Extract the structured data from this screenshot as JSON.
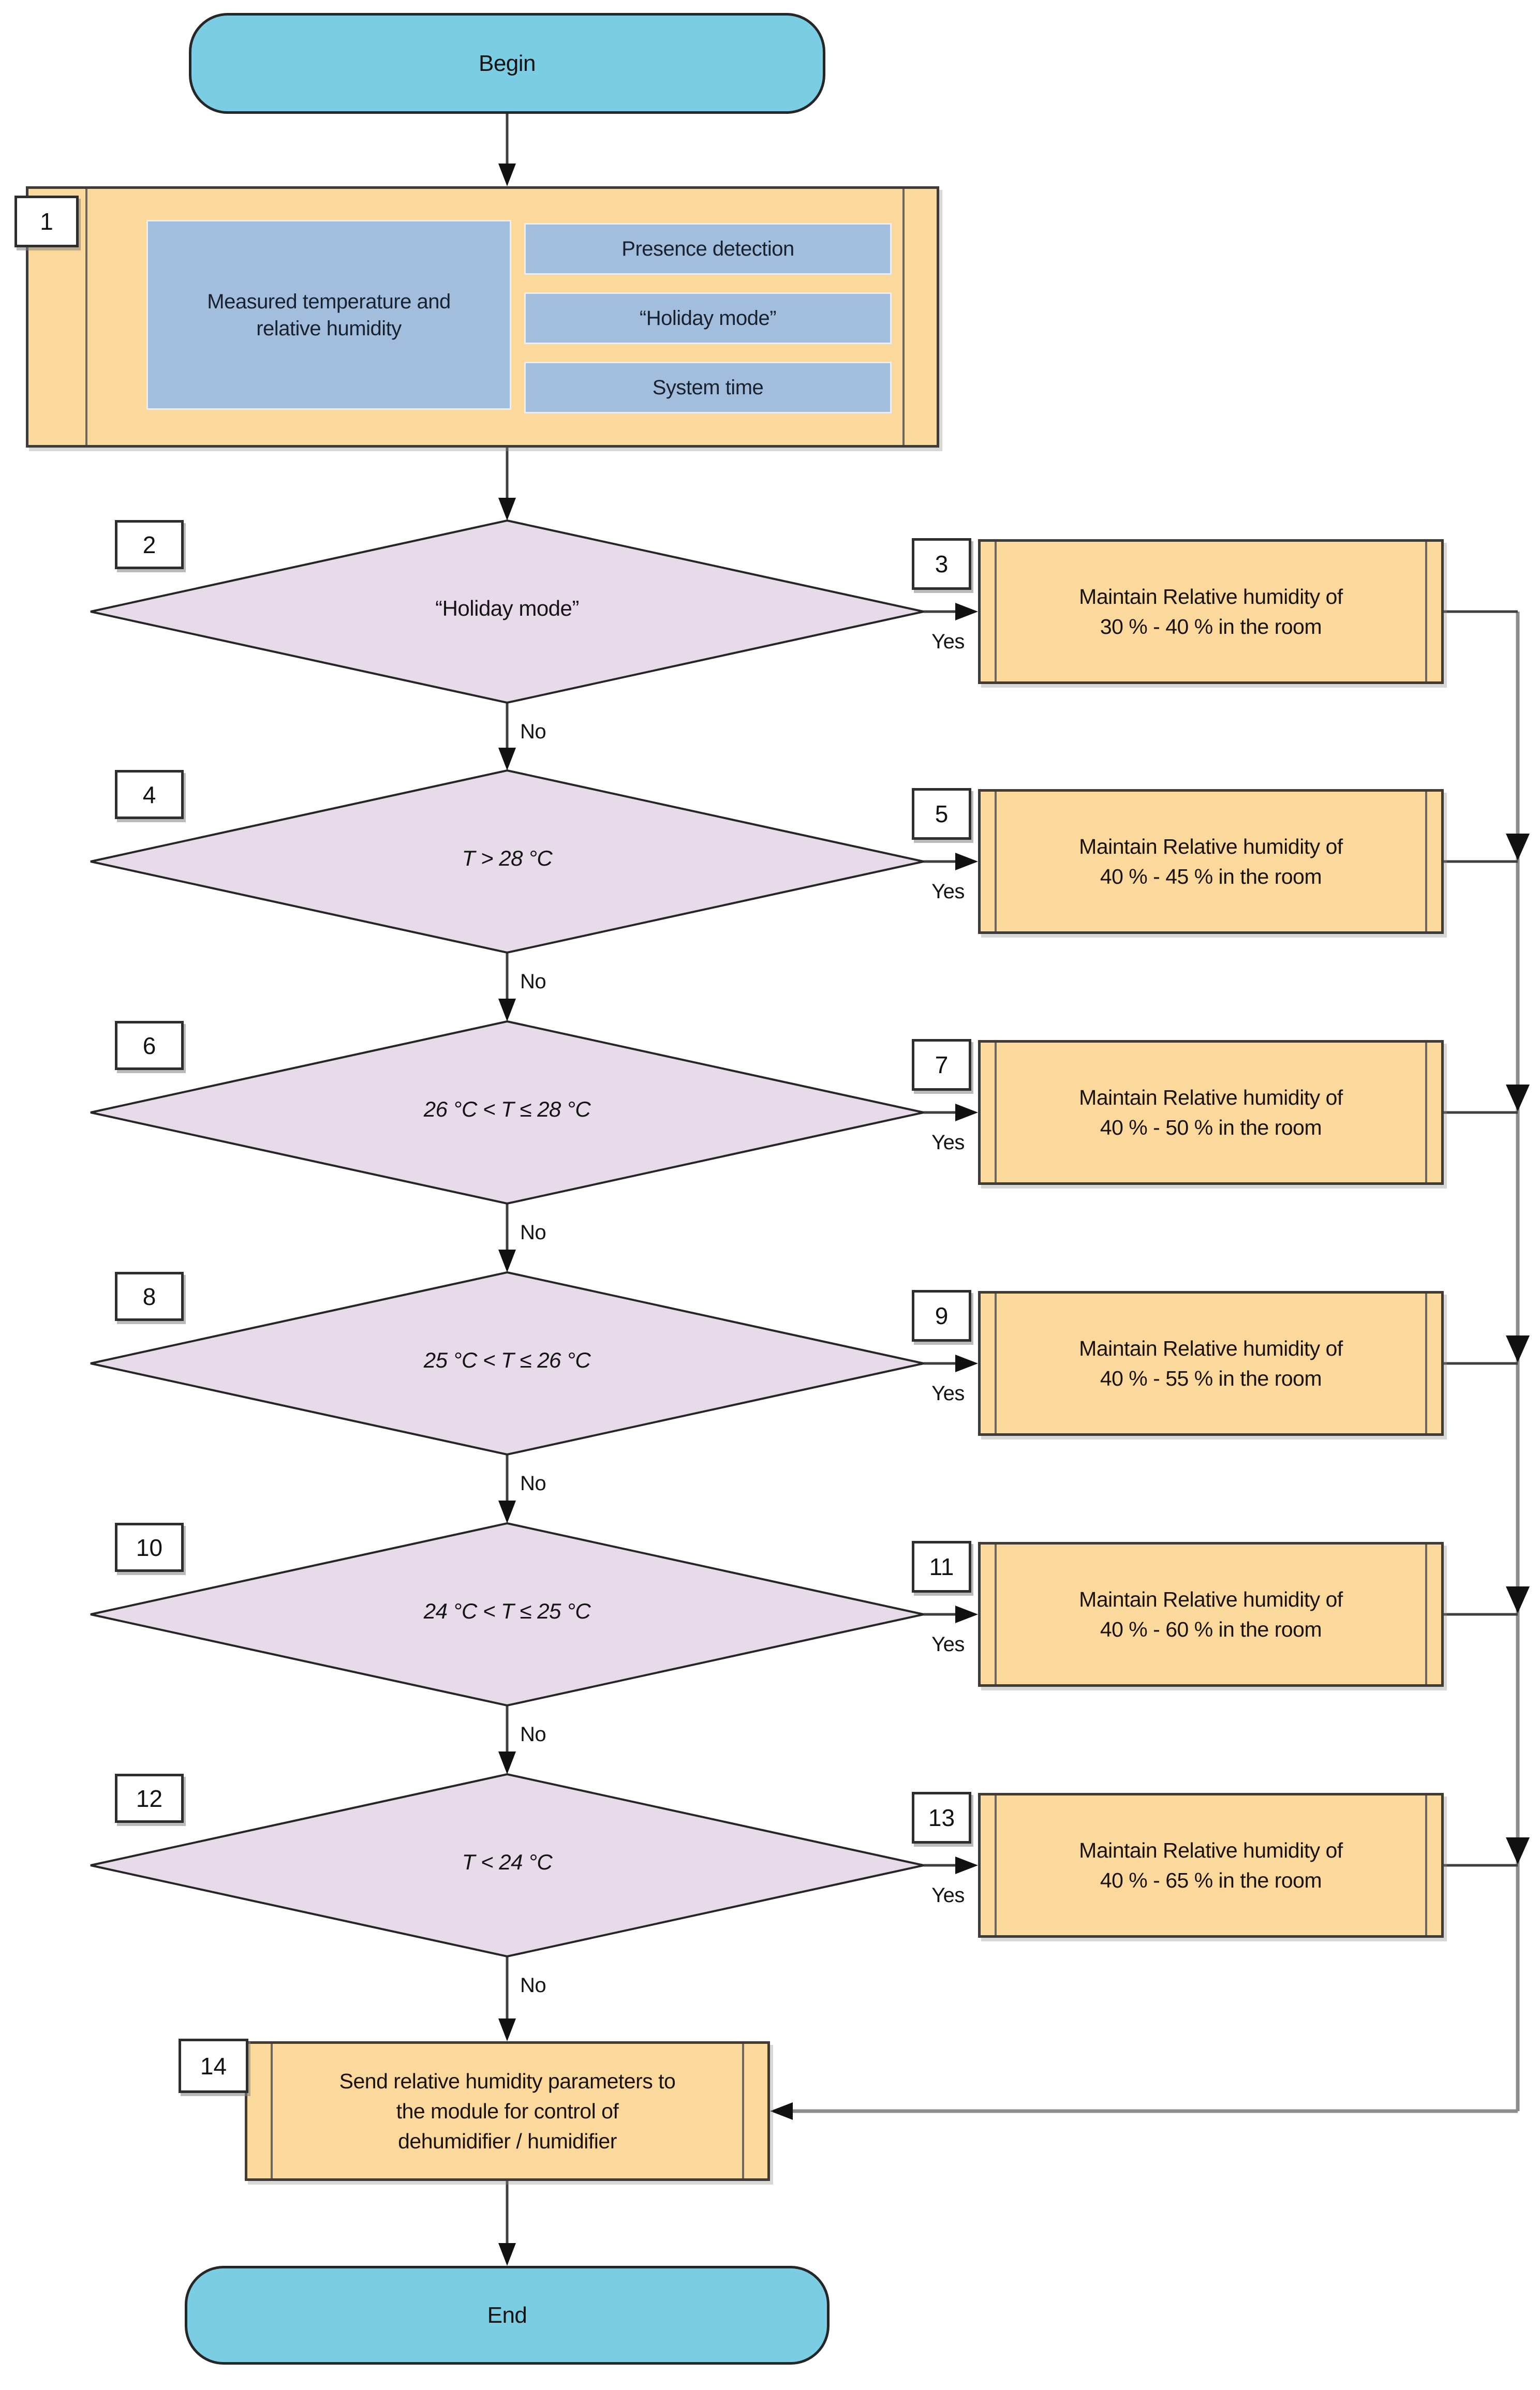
{
  "fc": {
    "labels": {
      "yes": "Yes",
      "no": "No"
    },
    "terminators": {
      "begin": "Begin",
      "end": "End"
    },
    "colors": {
      "terminator_fill": "#7BCDE4",
      "process_fill": "#FBD99C",
      "input_fill": "#A3BDDC",
      "decision_fill": "#E7DBE9",
      "line_color": "#3f3f3f",
      "rail_color": "#8c8c8c",
      "arrow_color": "#111111"
    },
    "nodes": {
      "n1": {
        "number": "1",
        "left_input": "Measured temperature and\nrelative humidity",
        "right_inputs": [
          "Presence detection",
          "“Holiday mode”",
          "System time"
        ]
      },
      "d2": {
        "number": "2",
        "condition": "“Holiday mode”"
      },
      "a3": {
        "number": "3",
        "text": "Maintain Relative humidity of\n30 % - 40 % in the room"
      },
      "d4": {
        "number": "4",
        "condition": "T > 28 °C"
      },
      "a5": {
        "number": "5",
        "text": "Maintain Relative humidity of\n40 % - 45 % in the room"
      },
      "d6": {
        "number": "6",
        "condition": "26 °C <  T ≤ 28 °C"
      },
      "a7": {
        "number": "7",
        "text": "Maintain Relative humidity of\n40 % - 50 % in the room"
      },
      "d8": {
        "number": "8",
        "condition": "25 °C <  T ≤ 26 °C"
      },
      "a9": {
        "number": "9",
        "text": "Maintain Relative humidity of\n40 % - 55 % in the room"
      },
      "d10": {
        "number": "10",
        "condition": "24 °C <  T ≤ 25 °C"
      },
      "a11": {
        "number": "11",
        "text": "Maintain Relative humidity of\n40 % - 60 % in the room"
      },
      "d12": {
        "number": "12",
        "condition": "T < 24 °C"
      },
      "a13": {
        "number": "13",
        "text": "Maintain Relative humidity of\n40 % - 65 % in the room"
      },
      "n14": {
        "number": "14",
        "text": "Send relative humidity parameters to\nthe module for control of\ndehumidifier / humidifier"
      }
    }
  }
}
